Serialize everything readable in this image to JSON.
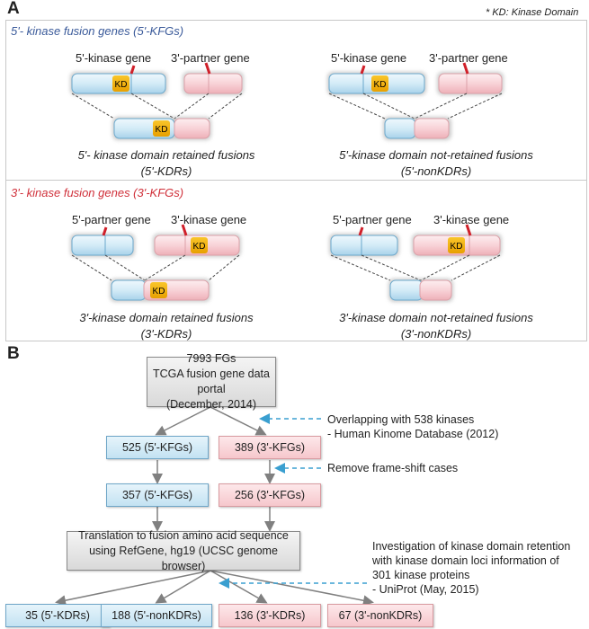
{
  "panel_a": {
    "letter": "A",
    "note": "* KD: Kinase Domain",
    "kd": "KD",
    "section1": {
      "title": "5'- kinase fusion genes (5'-KFGs)",
      "left": {
        "gene1_label": "5'-kinase gene",
        "gene2_label": "3'-partner gene",
        "caption_line1": "5'- kinase domain retained fusions",
        "caption_line2": "(5'-KDRs)"
      },
      "right": {
        "gene1_label": "5'-kinase gene",
        "gene2_label": "3'-partner gene",
        "caption_line1": "5'-kinase domain not-retained fusions",
        "caption_line2": "(5'-nonKDRs)"
      }
    },
    "section2": {
      "title": "3'- kinase fusion genes (3'-KFGs)",
      "left": {
        "gene1_label": "5'-partner gene",
        "gene2_label": "3'-kinase gene",
        "caption_line1": "3'-kinase domain retained fusions",
        "caption_line2": "(3'-KDRs)"
      },
      "right": {
        "gene1_label": "5'-partner gene",
        "gene2_label": "3'-kinase gene",
        "caption_line1": "3'-kinase domain  not-retained fusions",
        "caption_line2": "(3'-nonKDRs)"
      }
    }
  },
  "panel_b": {
    "letter": "B",
    "top_box": {
      "line1": "7993 FGs",
      "line2": "TCGA fusion gene data portal",
      "line3": "(December, 2014)"
    },
    "step1_note": {
      "line1": "Overlapping with 538 kinases",
      "line2": "- Human Kinome Database (2012)"
    },
    "row1": {
      "left": "525 (5'-KFGs)",
      "right": "389 (3'-KFGs)"
    },
    "step2_note": "Remove frame-shift cases",
    "row2": {
      "left": "357 (5'-KFGs)",
      "right": "256 (3'-KFGs)"
    },
    "translation_box": {
      "line1": "Translation to fusion amino acid sequence",
      "line2": "using RefGene, hg19 (UCSC genome browser)"
    },
    "step3_note": {
      "line1": "Investigation of kinase domain retention",
      "line2": "with kinase domain loci information of",
      "line3": "301 kinase proteins",
      "line4": "- UniProt (May, 2015)"
    },
    "results": [
      "35 (5'-KDRs)",
      "188 (5'-nonKDRs)",
      "136 (3'-KDRs)",
      "67 (3'-nonKDRs)"
    ]
  },
  "colors": {
    "blue_title": "#3a5a9a",
    "red_title": "#d0303a",
    "kd": "#f0b400",
    "dashed_arrow": "#3a9fd0",
    "arrow": "#808080"
  }
}
